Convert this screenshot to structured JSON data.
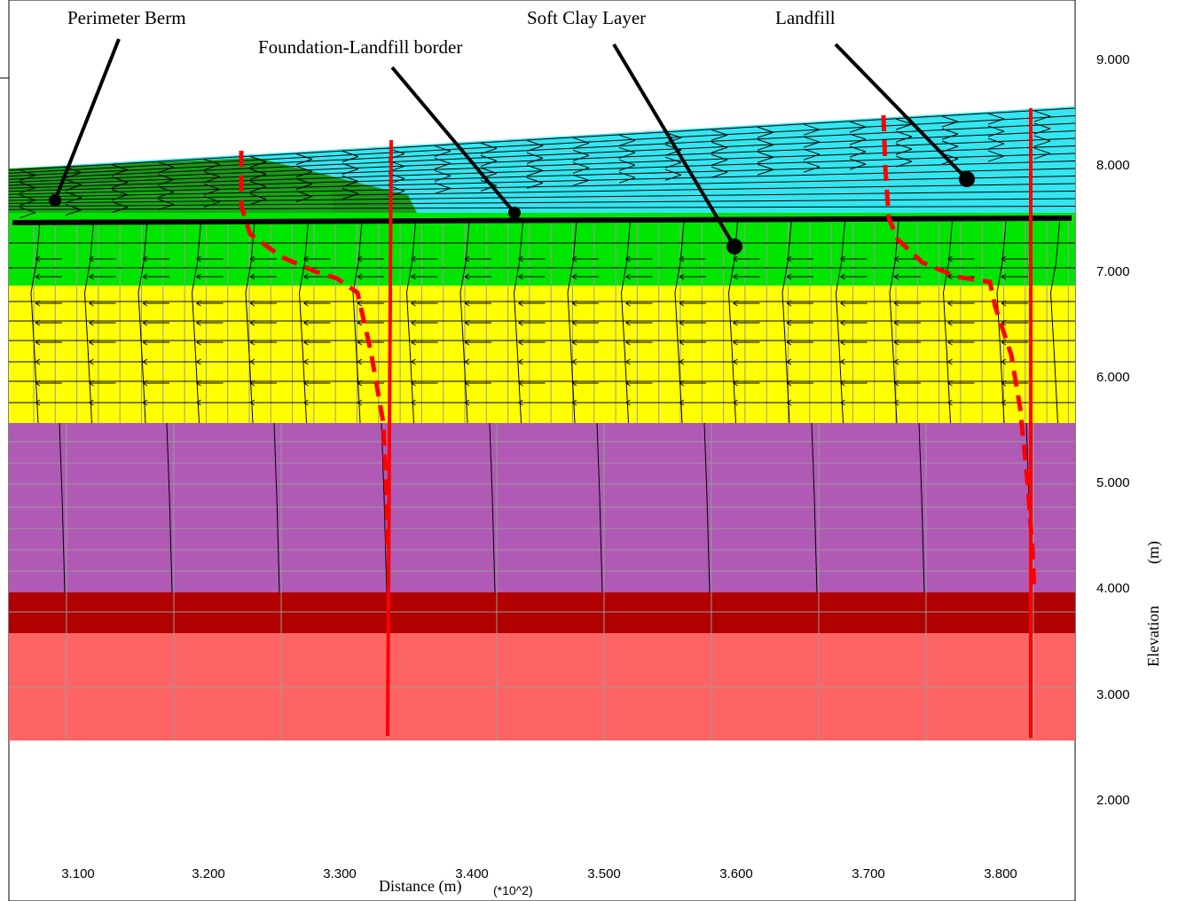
{
  "annotations": {
    "perimeter_berm": "Perimeter Berm",
    "foundation_border": "Foundation-Landfill  border",
    "soft_clay": "Soft  Clay Layer",
    "landfill": "Landfill"
  },
  "axes": {
    "x_label": "Distance (m)",
    "x_multiplier": "(*10^2)",
    "y_label": "Elevation",
    "y_unit": "(m)",
    "x_ticks": [
      "3.100",
      "3.200",
      "3.300",
      "3.400",
      "3.500",
      "3.600",
      "3.700",
      "3.800"
    ],
    "y_ticks": [
      "9.000",
      "8.000",
      "7.000",
      "6.000",
      "5.000",
      "4.000",
      "3.000",
      "2.000"
    ]
  },
  "layer_colors": {
    "landfill": "#33e6f0",
    "perimeter_berm": "#1a9a1a",
    "soft_clay": "#00e600",
    "upper_foundation": "#ffff00",
    "middle_foundation": "#b05ab5",
    "dense_layer": "#b00000",
    "base_layer": "#ff6464",
    "inclinometer_lines": "#ff0000"
  }
}
